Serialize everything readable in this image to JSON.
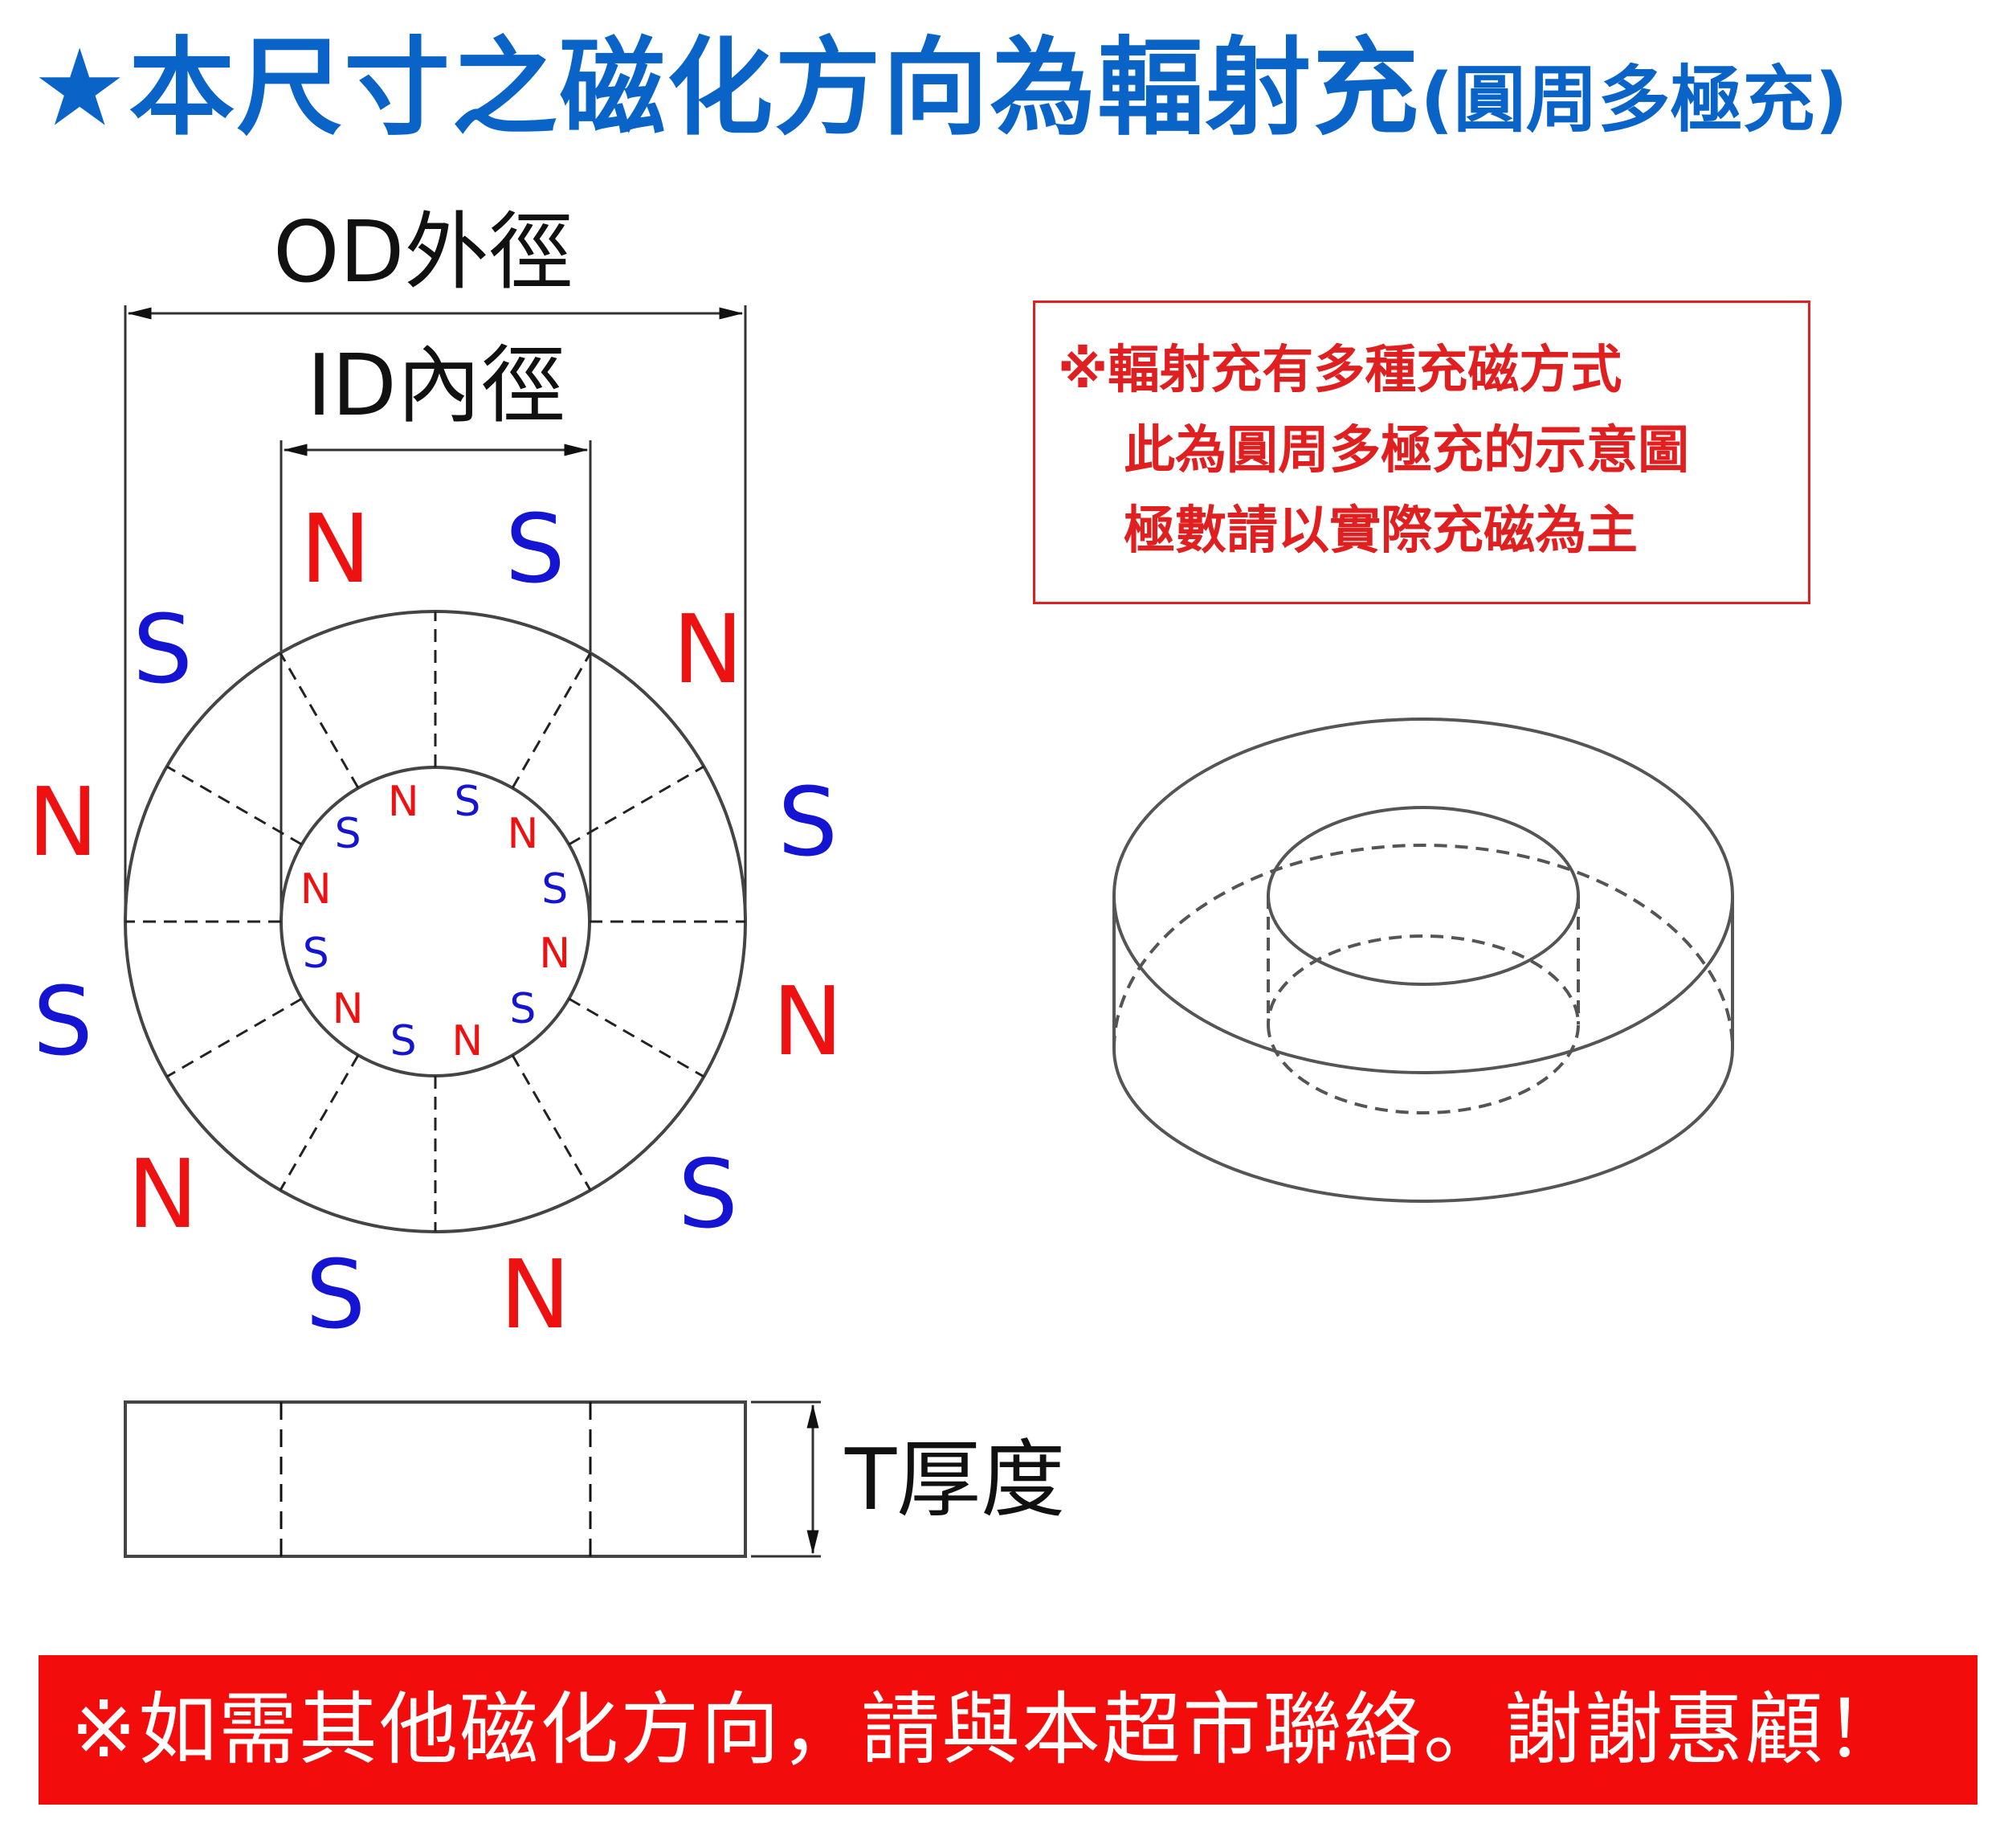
{
  "title": {
    "main": "★本尺寸之磁化方向為輻射充",
    "sub": "(圓周多極充)"
  },
  "dimensions": {
    "od": "OD外徑",
    "id": "ID內徑",
    "t": "T厚度"
  },
  "note": {
    "lines": [
      "※輻射充有多種充磁方式",
      "此為圓周多極充的示意圖",
      "極數請以實際充磁為主"
    ]
  },
  "poles": {
    "outer": [
      "N",
      "S",
      "N",
      "S",
      "N",
      "S",
      "N",
      "S",
      "N",
      "S",
      "N",
      "S"
    ],
    "inner": [
      "N",
      "S",
      "N",
      "S",
      "N",
      "S",
      "N",
      "S",
      "N",
      "S",
      "N",
      "S"
    ]
  },
  "colors": {
    "title": "#0a64c8",
    "north": "#ee1111",
    "south": "#1414d2",
    "note": "#e02020",
    "banner": "#f20c0c"
  },
  "banner": {
    "text": "※如需其他磁化方向，請與本超市聯絡。謝謝惠顧！"
  }
}
